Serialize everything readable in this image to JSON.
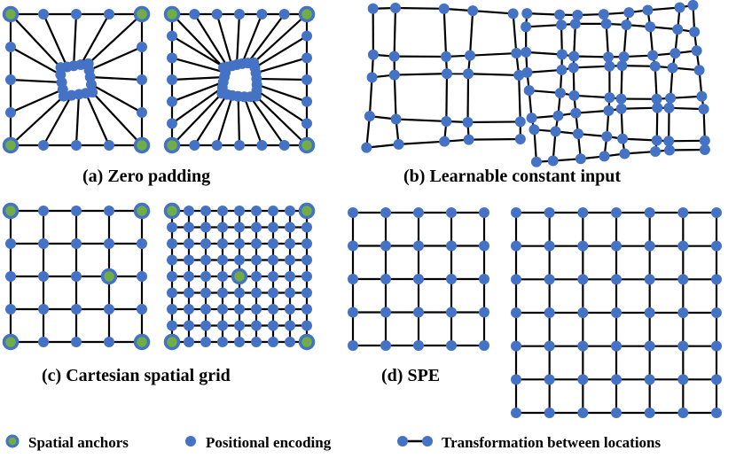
{
  "figure": {
    "captions": {
      "a": "(a) Zero padding",
      "b": "(b) Learnable constant input",
      "c": "(c) Cartesian spatial grid",
      "d": "(d) SPE"
    },
    "legend": {
      "anchor": "Spatial anchors",
      "encoding": "Positional encoding",
      "transform": "Transformation between locations"
    }
  },
  "style": {
    "node_color": "#4472C4",
    "anchor_fill": "#70AD47",
    "anchor_ring": "#4472C4",
    "edge_color": "#000000"
  }
}
